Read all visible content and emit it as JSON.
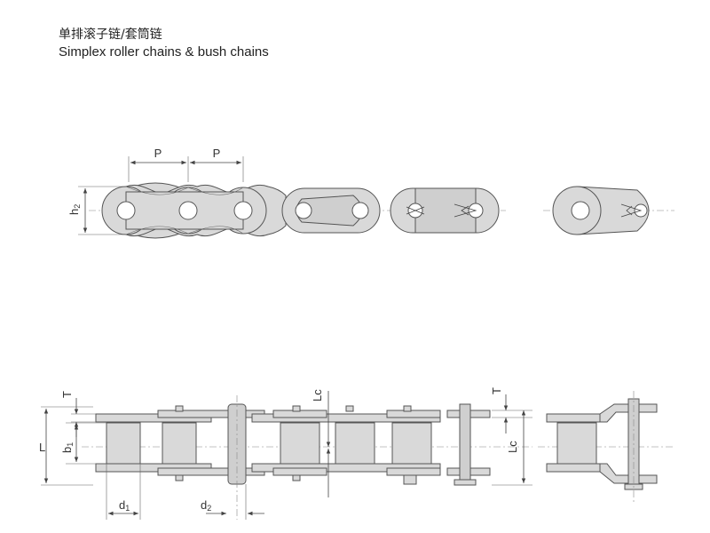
{
  "title": {
    "chinese": "单排滚子链/套筒链",
    "english": "Simplex roller chains & bush chains"
  },
  "dimensions": {
    "pitch": "P",
    "plate_height": "h",
    "plate_height_sub": "2",
    "overall_length": "L",
    "thickness": "T",
    "inner_width": "b",
    "inner_width_sub": "1",
    "roller_diameter": "d",
    "roller_diameter_sub": "1",
    "pin_diameter": "d",
    "pin_diameter_sub": "2",
    "connecting_length": "Lc"
  },
  "colors": {
    "plate_fill": "#d9d9d9",
    "line": "#555555"
  }
}
